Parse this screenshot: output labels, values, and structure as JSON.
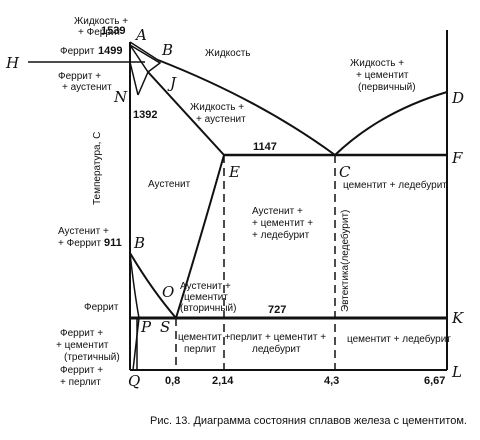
{
  "points": {
    "A": "A",
    "B_top": "B",
    "H": "H",
    "N": "N",
    "J": "J",
    "D": "D",
    "E": "E",
    "C": "C",
    "F": "F",
    "B_mid": "B",
    "O": "O",
    "P": "P",
    "S": "S",
    "K": "K",
    "Q": "Q",
    "L": "L"
  },
  "temps": {
    "t1539": "1539",
    "t1499": "1499",
    "t1392": "1392",
    "t1147": "1147",
    "t911": "911",
    "t727": "727"
  },
  "x_ticks": [
    "0,8",
    "2,14",
    "4,3",
    "6,67"
  ],
  "y_axis_label": "Температура, С",
  "regions": {
    "liquid_ferrite": [
      "Жидкость +",
      "+ Феррит"
    ],
    "ferrite_top": "Феррит",
    "ferrite_austenite": [
      "Феррит +",
      "+ аустенит"
    ],
    "liquid": "Жидкость",
    "liquid_cementite": [
      "Жидкость +",
      "+ цементит",
      "(первичный)"
    ],
    "liquid_austenite": [
      "Жидкость +",
      "+ аустенит"
    ],
    "austenite": "Аустенит",
    "cem_ledeburite_upper": "цементит + ледебурит",
    "aus_cem_led": [
      "Аустенит +",
      "+ цементит +",
      "+ ледебурит"
    ],
    "eutectic": "Эвтектика(ледебурит)",
    "austenite_ferrite": [
      "Аустенит +",
      "+ Феррит"
    ],
    "aus_cem_secondary": [
      "Аустенит +",
      "цементит",
      "(вторичный)"
    ],
    "ferrite_low": "Феррит",
    "ferrite_cem_tertiary": [
      "Феррит +",
      "+ цементит",
      "(третичный)"
    ],
    "cem_pearlite": [
      "цементит +",
      "перлит"
    ],
    "pearlite_cem_led": [
      "перлит + цементит +",
      "ледебурит"
    ],
    "cem_ledeburite_lower": "цементит + ледебурит",
    "ferrite_pearlite": [
      "Феррит +",
      "+ перлит"
    ]
  },
  "caption": "Рис. 13. Диаграмма состояния сплавов железа с цементитом."
}
